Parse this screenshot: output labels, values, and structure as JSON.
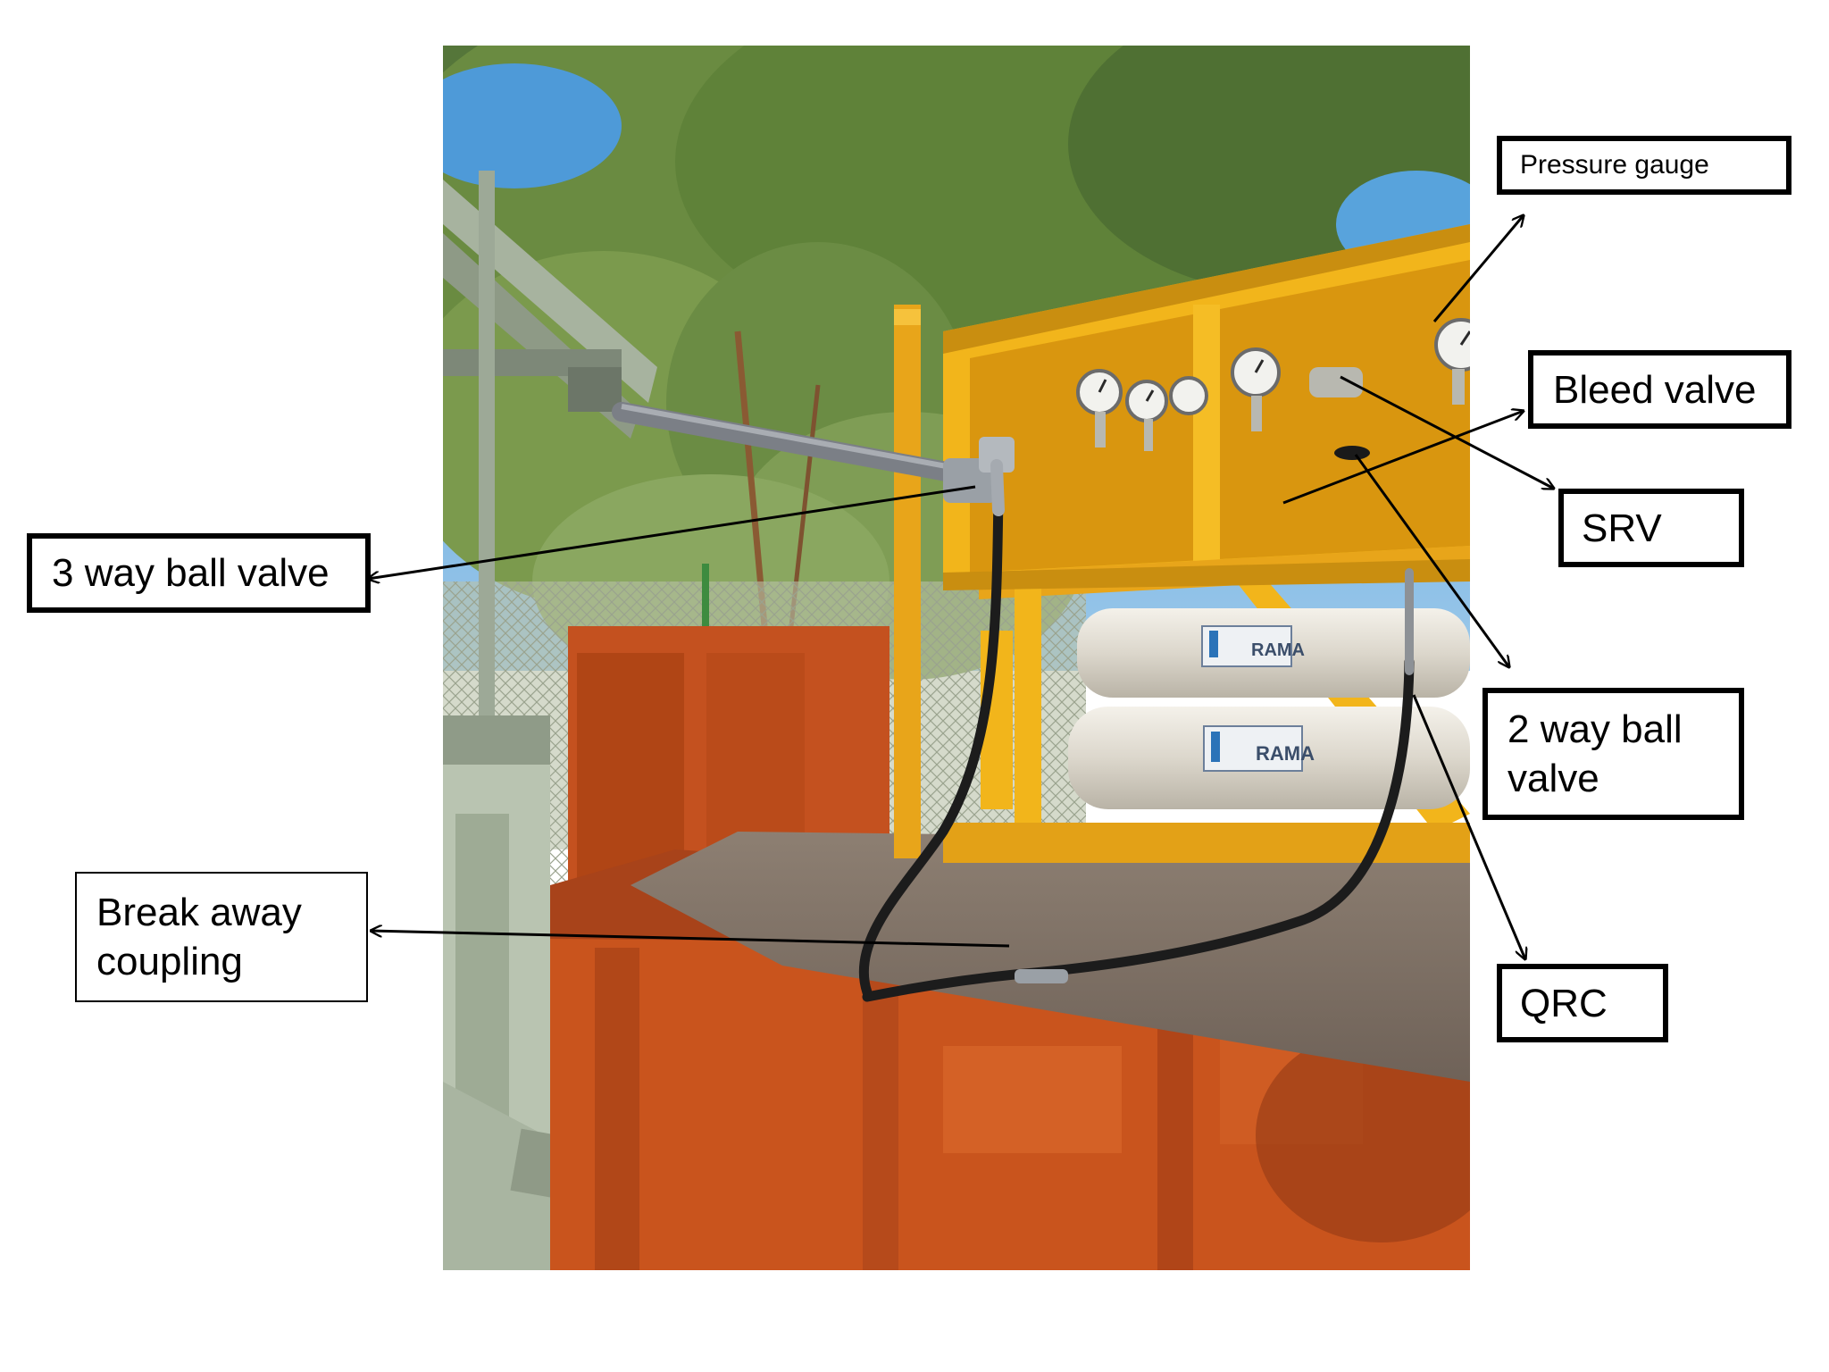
{
  "photo": {
    "markings": [
      "RAMA",
      "RAMA"
    ]
  },
  "labels": {
    "pressure_gauge": "Pressure gauge",
    "bleed_valve": "Bleed valve",
    "srv": "SRV",
    "two_way_line1": "2 way ball",
    "two_way_line2": "valve",
    "qrc": "QRC",
    "three_way": "3 way ball valve",
    "break_line1": "Break away",
    "break_line2": "coupling"
  },
  "colors": {
    "label_border": "#000000",
    "arrow": "#000000",
    "frame_yellow": "#f2b51b",
    "truck_orange": "#c8501c",
    "tree_green": "#6c8a3a",
    "sky_blue": "#5aa9e0",
    "cylinder_white": "#e8e4dc"
  }
}
